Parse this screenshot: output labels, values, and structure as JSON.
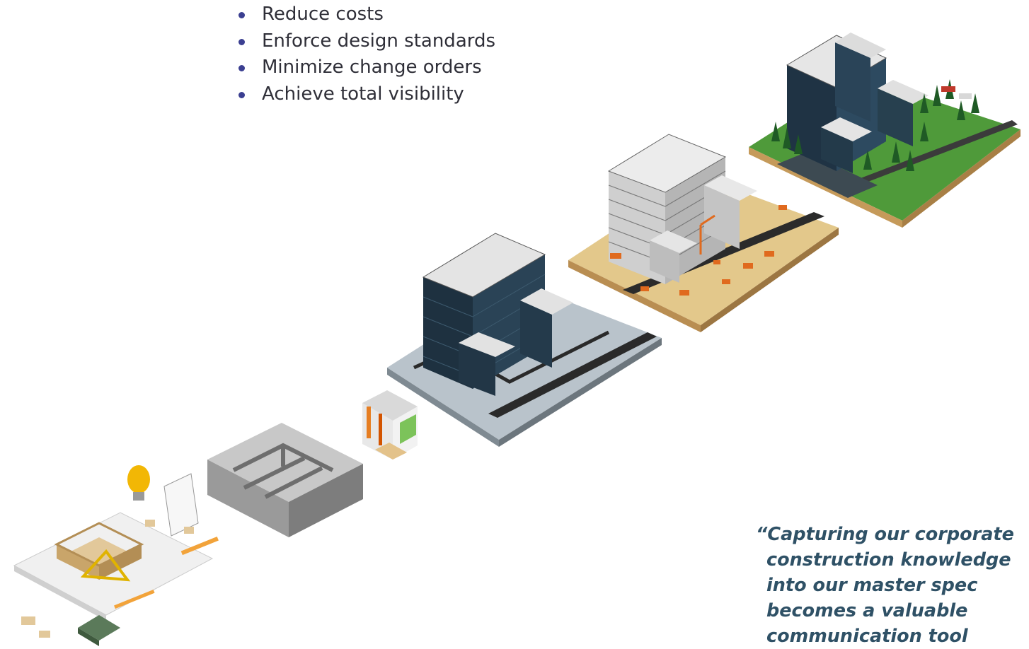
{
  "bullets": [
    "Reduce costs",
    "Enforce design standards",
    "Minimize change orders",
    "Achieve total visibility"
  ],
  "quote": {
    "lines": [
      "“Capturing our corporate",
      "construction knowledge",
      "into our master spec",
      "becomes a valuable",
      "communication tool"
    ]
  },
  "colors": {
    "bullet_dot": "#3b3f91",
    "bullet_text": "#2f2f38",
    "quote_text": "#2f5166",
    "grass": "#4f9a3a",
    "sand": "#e3c88b",
    "plaza": "#b9c3cb",
    "glass": "#243848",
    "concrete": "#9b9b9b",
    "equipment": "#e06a1e"
  },
  "illustration": {
    "stages": [
      "blueprint-planning",
      "floor-plan-shell",
      "wall-section-detail",
      "completed-model",
      "under-construction",
      "finished-campus"
    ]
  }
}
